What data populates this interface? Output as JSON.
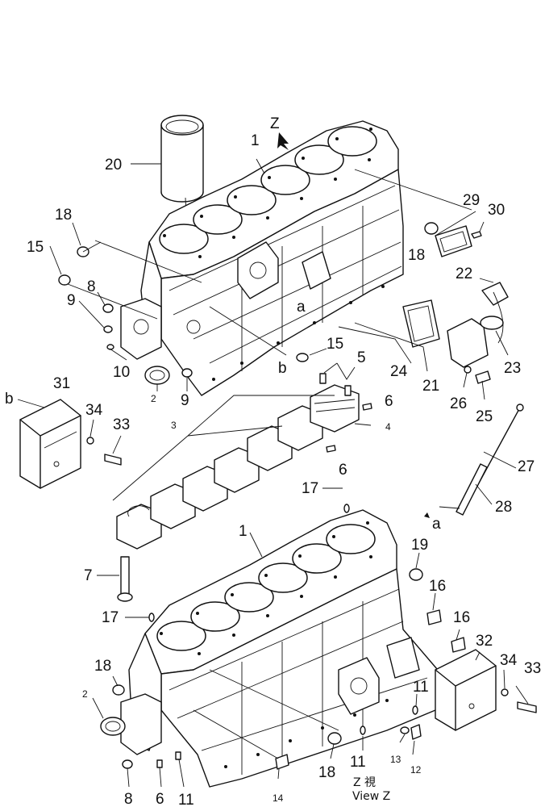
{
  "view_marker": "Z",
  "view_caption_line1": "Z  視",
  "view_caption_line2": "View  Z",
  "callouts": {
    "c20": "20",
    "c1a": "1",
    "c29": "29",
    "c30": "30",
    "c18a": "18",
    "c18b": "18",
    "c15a": "15",
    "c8a": "8",
    "c9a": "9",
    "c10": "10",
    "c22": "22",
    "c15b": "15",
    "c23": "23",
    "c24": "24",
    "c21": "21",
    "c26": "26",
    "c25": "25",
    "c2a": "2",
    "c9b": "9",
    "c5": "5",
    "c6a": "6",
    "c4": "4",
    "c31": "31",
    "c34a": "34",
    "c33a": "33",
    "c3": "3",
    "c6b": "6",
    "c27": "27",
    "c28": "28",
    "c17a": "17",
    "c1b": "1",
    "c19": "19",
    "c7": "7",
    "c16a": "16",
    "c17b": "17",
    "c16b": "16",
    "c32": "32",
    "c34b": "34",
    "c33b": "33",
    "c18c": "18",
    "c11a": "11",
    "c2b": "2",
    "c13": "13",
    "c12": "12",
    "c11b": "11",
    "c18d": "18",
    "c8b": "8",
    "c6c": "6",
    "c11c": "11",
    "c14": "14"
  },
  "refs": {
    "a1": "a",
    "a2": "a",
    "b1": "b",
    "b2": "b"
  }
}
